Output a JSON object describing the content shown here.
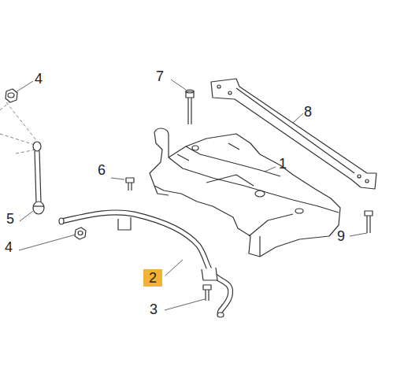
{
  "diagram": {
    "nodes": [
      {
        "text": [
          "2"
        ]
      }
    ],
    "labels": [
      "4",
      "7",
      "8",
      "6",
      "1",
      "5",
      "4",
      "9",
      "3"
    ]
  }
}
